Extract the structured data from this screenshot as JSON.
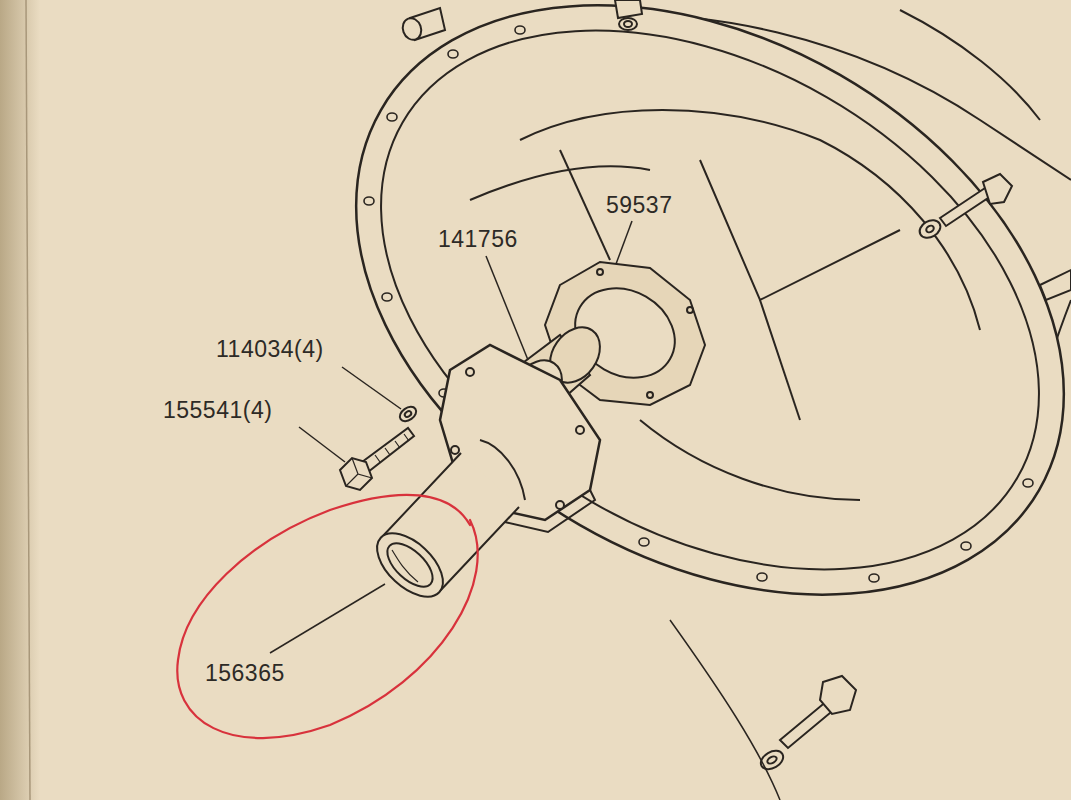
{
  "diagram": {
    "labels": [
      "59537",
      "141756",
      "114034(4)",
      "155541(4)",
      "156365"
    ]
  }
}
